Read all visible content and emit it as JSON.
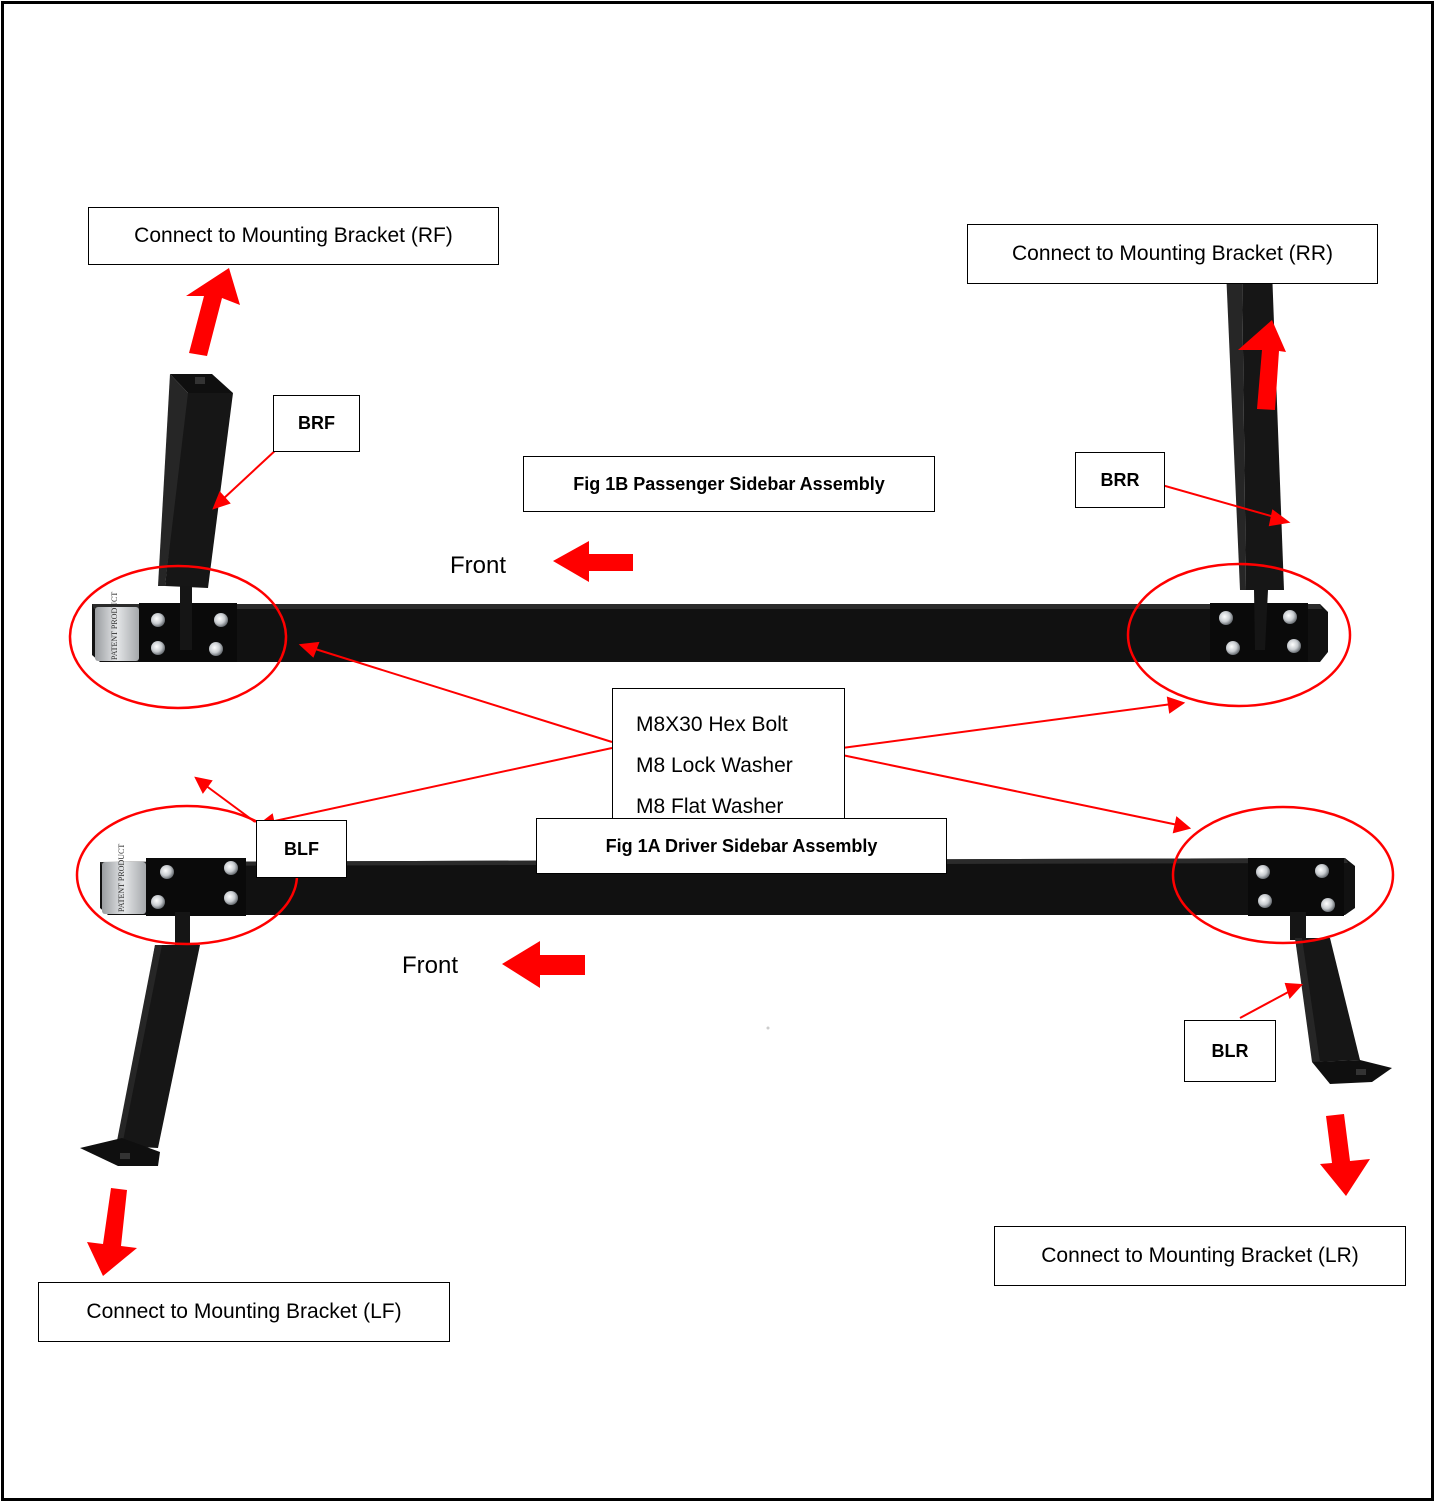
{
  "labels": {
    "connect_rf": "Connect to Mounting Bracket (RF)",
    "connect_rr": "Connect to Mounting Bracket (RR)",
    "connect_lf": "Connect to Mounting Bracket (LF)",
    "connect_lr": "Connect to Mounting Bracket (LR)",
    "brf": "BRF",
    "brr": "BRR",
    "blf": "BLF",
    "blr": "BLR",
    "fig_1b": "Fig 1B Passenger Sidebar Assembly",
    "fig_1a": "Fig 1A Driver Sidebar Assembly",
    "front_top": "Front",
    "front_bottom": "Front",
    "plate_text": "PATENT PRODUCT"
  },
  "hardware": [
    "M8X30 Hex Bolt",
    "M8 Lock Washer",
    "M8 Flat Washer"
  ],
  "colors": {
    "accent_red": "#ff0000",
    "bar_black": "#0d0d0d",
    "bolt_silver": "#c8ccd0"
  }
}
